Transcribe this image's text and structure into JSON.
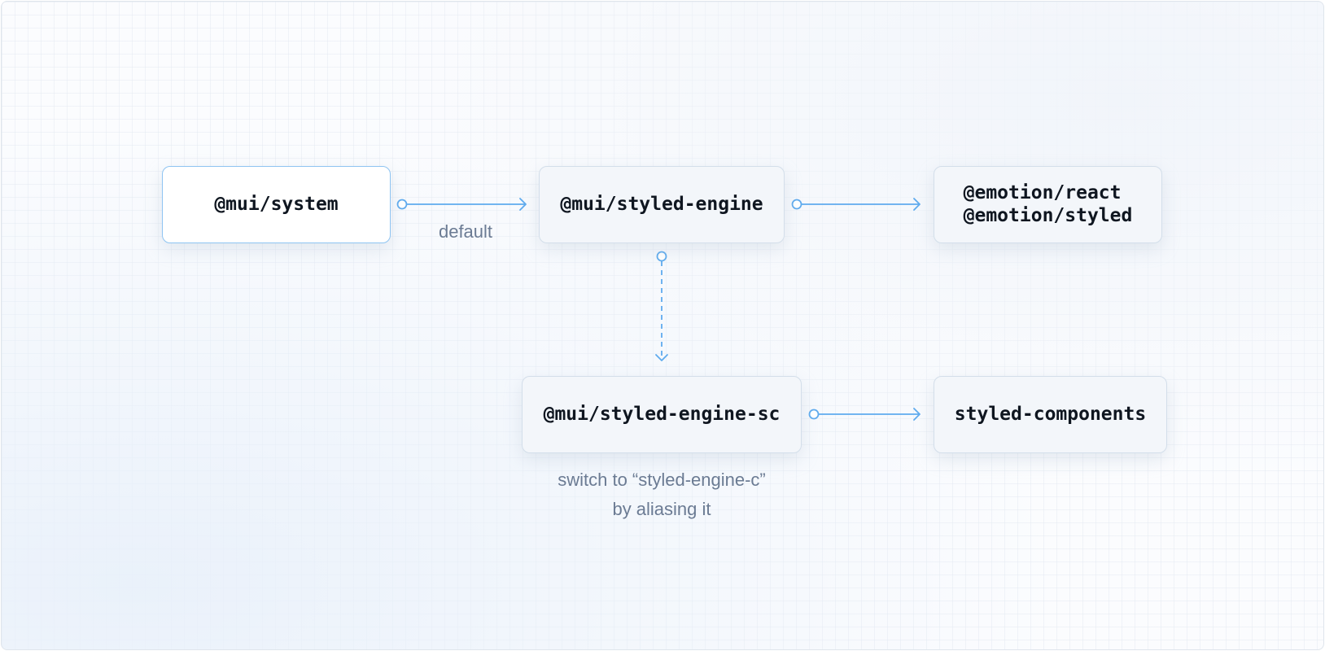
{
  "colors": {
    "connector": "#5fabee",
    "node_border": "#d3deea",
    "node_border_primary": "#8ec4f2",
    "node_fill": "#f3f6fa",
    "node_fill_primary": "#ffffff",
    "node_text": "#0f1620",
    "caption_text": "#6b7b93"
  },
  "nodes": {
    "system": {
      "label": "@mui/system"
    },
    "styled_engine": {
      "label": "@mui/styled-engine"
    },
    "emotion": {
      "lines": [
        "@emotion/react",
        "@emotion/styled"
      ]
    },
    "styled_engine_sc": {
      "label": "@mui/styled-engine-sc"
    },
    "styled_components": {
      "label": "styled-components"
    }
  },
  "edges": {
    "system_to_engine": {
      "label": "default",
      "style": "solid"
    },
    "engine_to_emotion": {
      "style": "solid"
    },
    "engine_to_engine_sc": {
      "style": "dashed"
    },
    "engine_sc_to_styled_components": {
      "style": "solid"
    }
  },
  "captions": {
    "switch_line1": "switch to “styled-engine-c”",
    "switch_line2": "by aliasing it"
  }
}
